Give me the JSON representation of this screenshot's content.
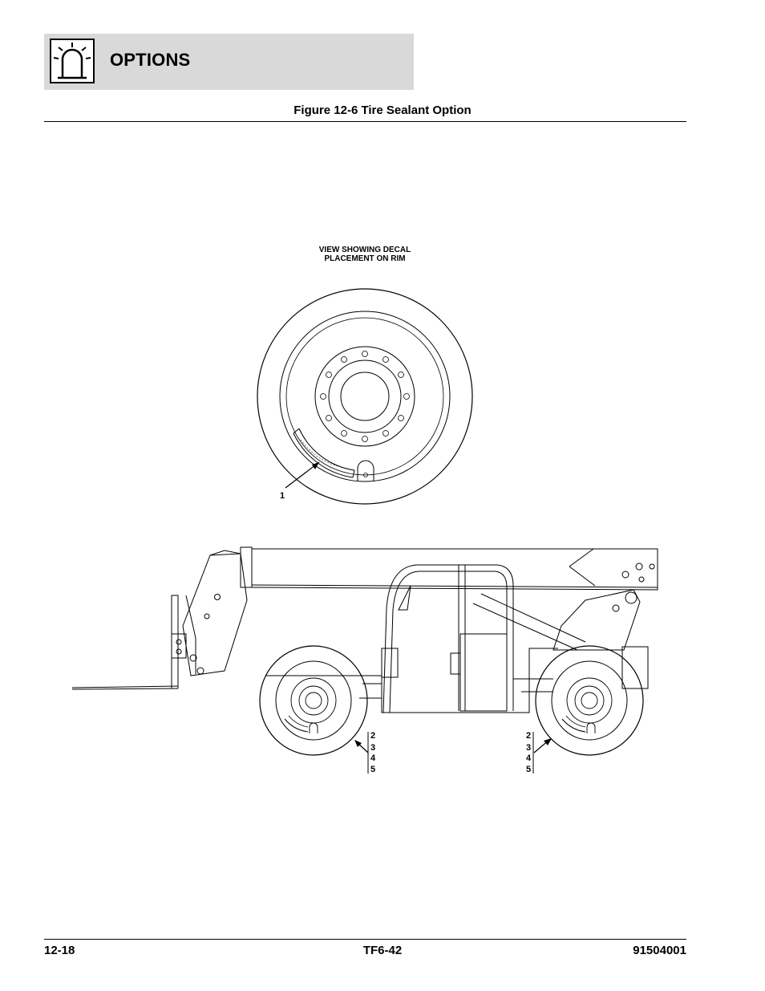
{
  "header": {
    "section_title": "OPTIONS",
    "icon": "warning-light-icon"
  },
  "figure": {
    "title": "Figure 12-6 Tire Sealant Option",
    "detail_label_line1": "VIEW SHOWING DECAL",
    "detail_label_line2": "PLACEMENT ON RIM",
    "callout_1": "1",
    "callouts_front": [
      "2",
      "3",
      "4",
      "5"
    ],
    "callouts_rear": [
      "2",
      "3",
      "4",
      "5"
    ]
  },
  "footer": {
    "page_number": "12-18",
    "model": "TF6-42",
    "manual_number": "91504001"
  }
}
